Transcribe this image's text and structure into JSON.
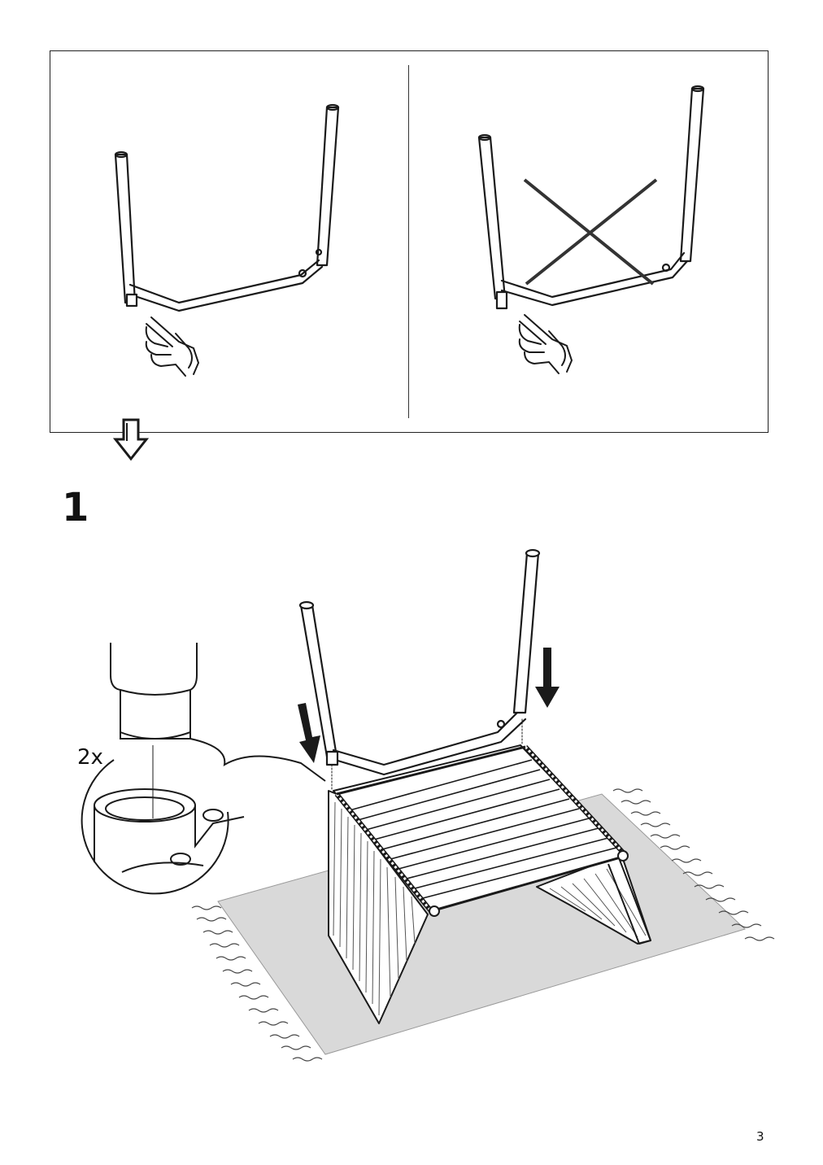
{
  "step": {
    "number": "1"
  },
  "detail": {
    "quantity": "2x"
  },
  "footer": {
    "page_number": "3"
  },
  "icons": {
    "correct_panel": "hand-touch-icon",
    "incorrect_panel": "cross-mark-icon",
    "flow": "down-arrow-icon",
    "push": "push-down-arrow-icon"
  },
  "colors": {
    "line": "#1a1a1a",
    "rug": "#d9d9d9"
  }
}
